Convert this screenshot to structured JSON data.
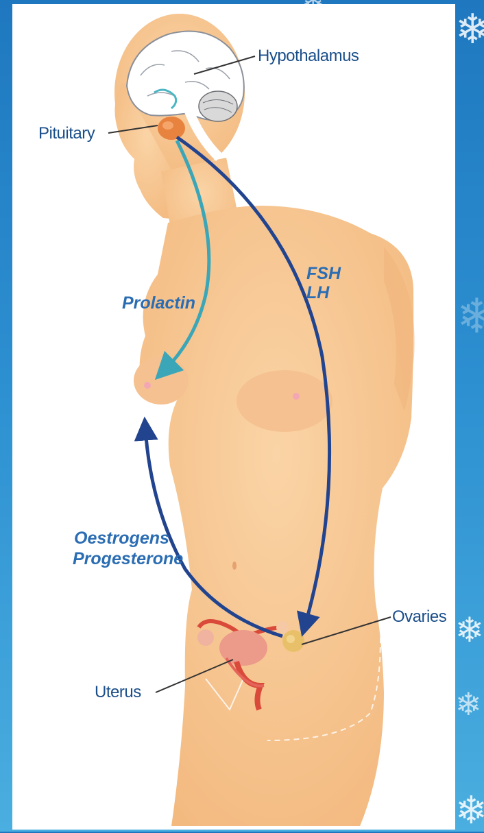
{
  "diagram": {
    "labels": {
      "hypothalamus": "Hypothalamus",
      "pituitary": "Pituitary",
      "ovaries": "Ovaries",
      "uterus": "Uterus"
    },
    "hormones": {
      "prolactin": "Prolactin",
      "fsh": "FSH",
      "lh": "LH",
      "oestrogens": "Oestrogens",
      "progesterone": "Progesterone"
    },
    "colors": {
      "background": "#2c8fd0",
      "skin": "#f6c48e",
      "pituitary_arrow": "#3aa6b8",
      "gonadotropin_arrow": "#22448f",
      "label_text": "#1b4f8a"
    },
    "icons": [
      "snowflake-icon"
    ]
  }
}
